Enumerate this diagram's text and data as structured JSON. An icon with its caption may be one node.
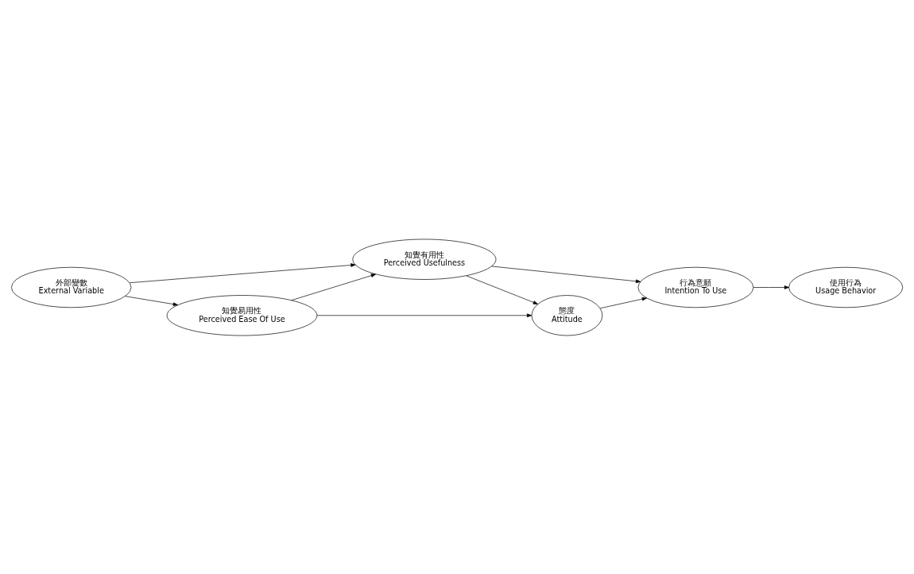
{
  "diagram": {
    "nodes": [
      {
        "text": [
          "知覺有用性",
          "Perceived Usefulness"
        ]
      },
      {
        "text": [
          "外部變數",
          "External Variable"
        ]
      },
      {
        "text": [
          "知覺易用性",
          "Perceived Ease Of Use"
        ]
      },
      {
        "text": [
          "態度",
          "Attitude"
        ]
      },
      {
        "text": [
          "行為意願",
          "Intention To Use"
        ]
      },
      {
        "text": [
          "使用行為",
          "Usage Behavior"
        ]
      }
    ],
    "edges": [
      {
        "from": 1,
        "to": 0,
        "arrow": "to"
      },
      {
        "from": 1,
        "to": 2,
        "arrow": "to"
      },
      {
        "from": 2,
        "to": 0,
        "arrow": "to"
      },
      {
        "from": 0,
        "to": 3,
        "arrow": "to"
      },
      {
        "from": 2,
        "to": 3,
        "arrow": "to"
      },
      {
        "from": 0,
        "to": 4,
        "arrow": "to"
      },
      {
        "from": 3,
        "to": 4,
        "arrow": "to"
      },
      {
        "from": 4,
        "to": 5,
        "arrow": "to"
      }
    ]
  }
}
